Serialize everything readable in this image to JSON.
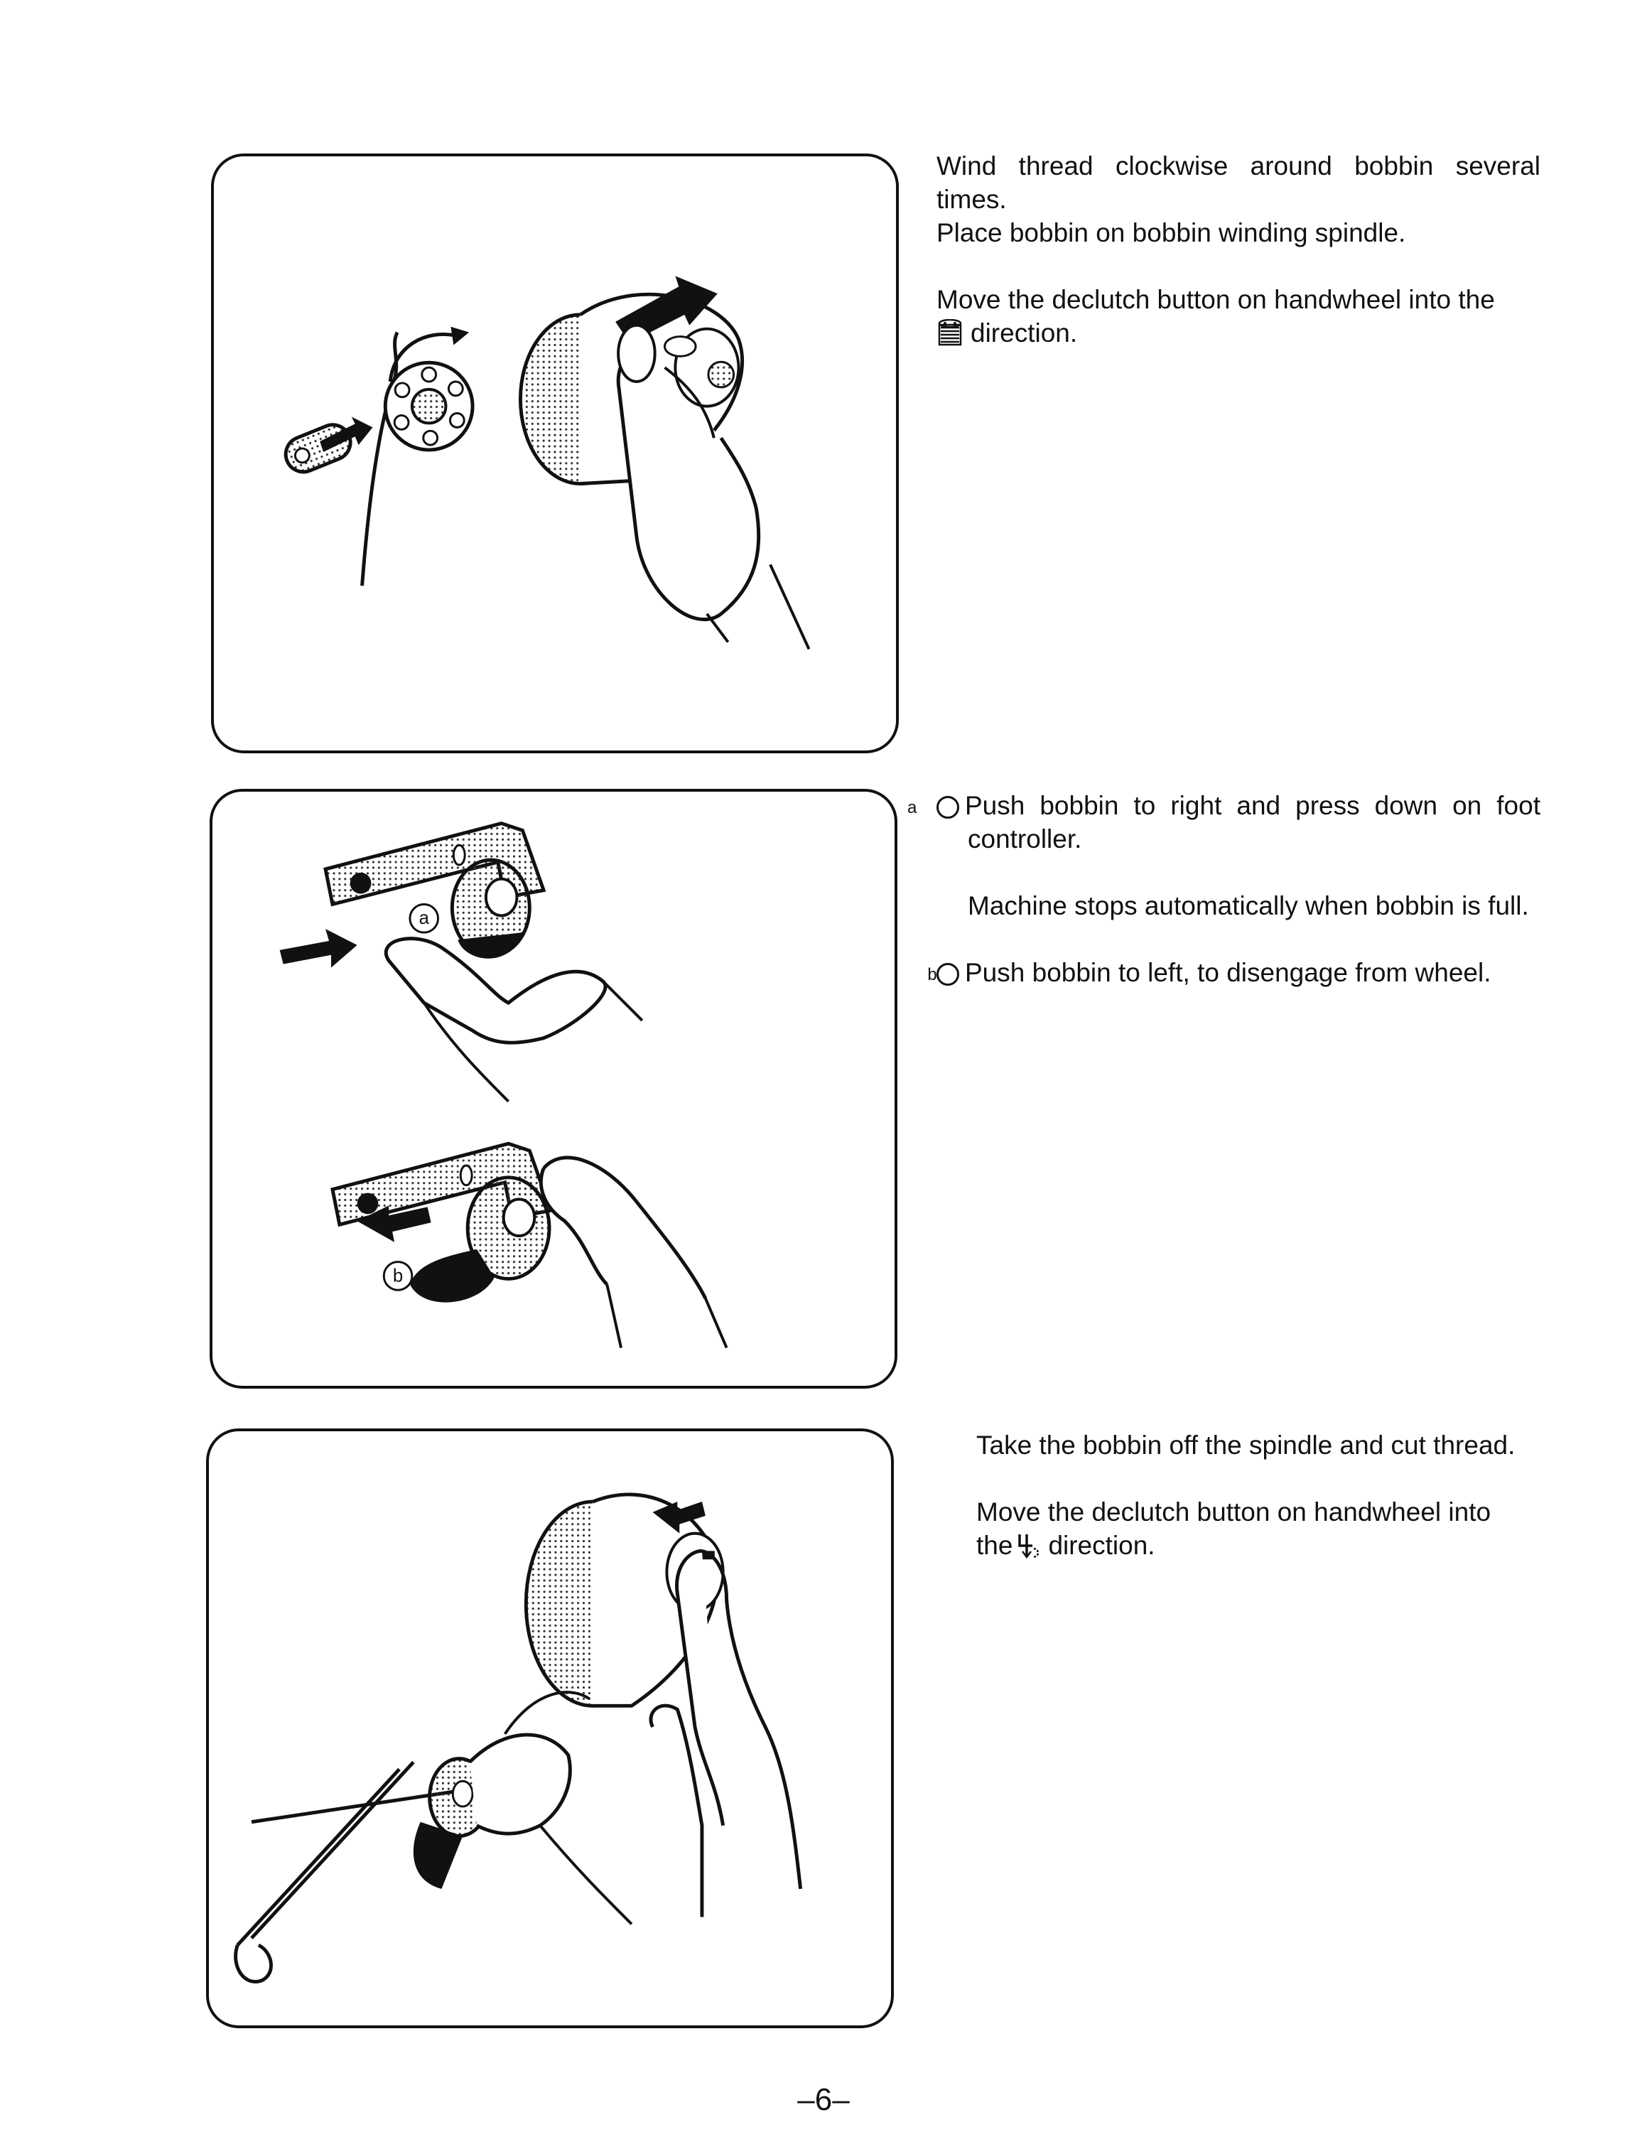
{
  "section1": {
    "line1": "Wind thread clockwise around bobbin several times.",
    "line2": "Place bobbin on bobbin winding spindle.",
    "line3a": "Move the declutch button on handwheel into the",
    "line3b": "direction.",
    "icon": "bobbin-winding-icon"
  },
  "section2": {
    "marker_a": "a",
    "item_a": "Push bobbin to right and press down on foot controller.",
    "note": "Machine stops automatically when bobbin is full.",
    "marker_b": "b",
    "item_b": "Push bobbin to left, to disengage from wheel.",
    "figure_label_a": "a",
    "figure_label_b": "b"
  },
  "section3": {
    "line1": "Take the bobbin off the spindle and cut thread.",
    "line2a": "Move the declutch button on handwheel into",
    "line2b_pre": "the",
    "line2b_post": "direction.",
    "icon": "needle-sewing-icon"
  },
  "page_number": "–6–"
}
